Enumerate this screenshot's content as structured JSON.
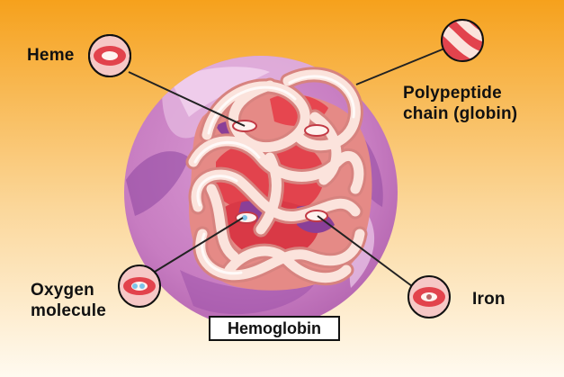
{
  "diagram": {
    "title": "Hemoglobin",
    "labels": {
      "heme": "Heme",
      "polypeptide": "Polypeptide\nchain (globin)",
      "oxygen": "Oxygen\nmolecule",
      "iron": "Iron"
    },
    "colors": {
      "bg_top": "#f7a51f",
      "bg_bottom": "#fff9ee",
      "sphere": "#c579bf",
      "sphere_dark": "#8b3f96",
      "globin_strand": "#fbe3dc",
      "heme_red": "#e8464f",
      "leader_line": "#222222"
    },
    "icons": [
      "heme-callout-icon",
      "polypeptide-callout-icon",
      "oxygen-callout-icon",
      "iron-callout-icon"
    ]
  }
}
